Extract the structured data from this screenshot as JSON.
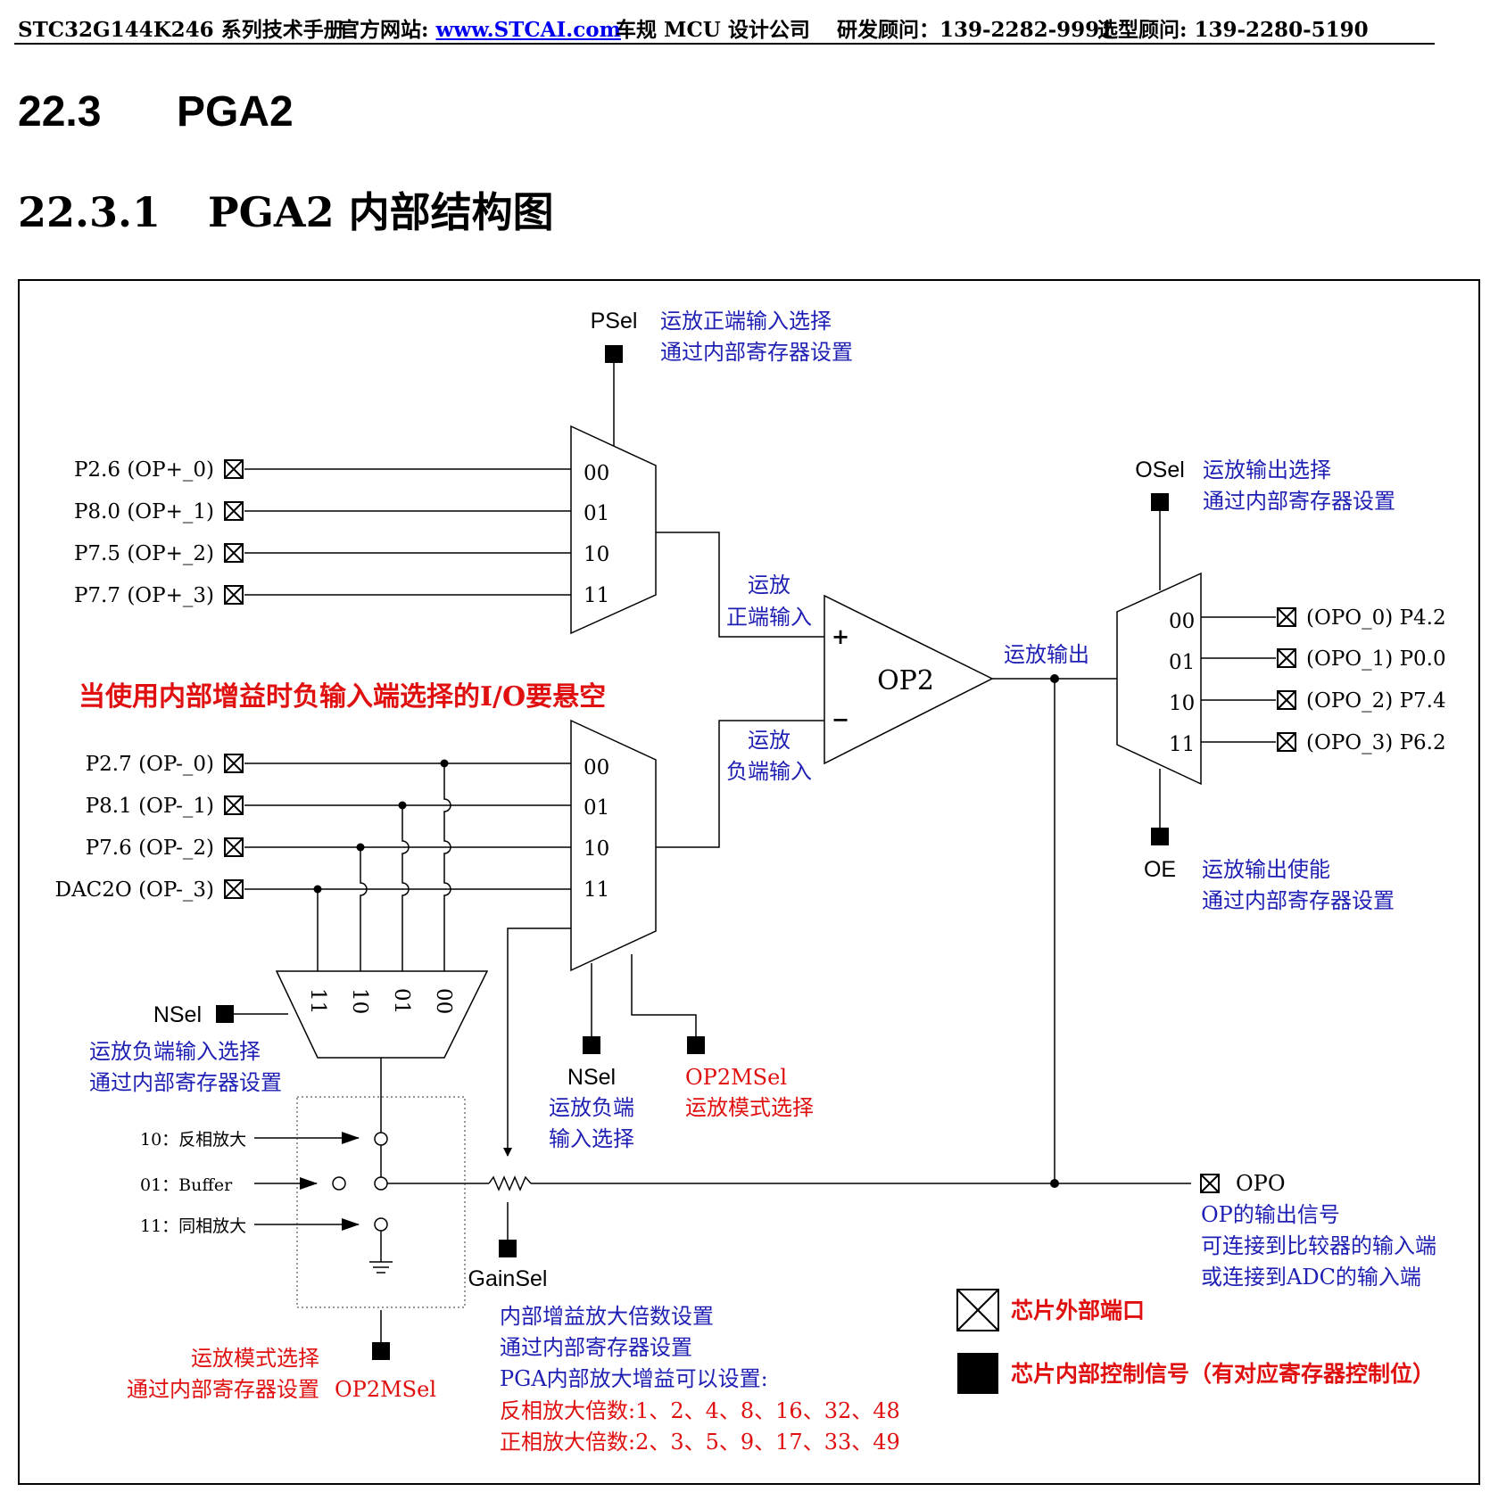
{
  "header": {
    "manual": "STC32G144K246 系列技术手册",
    "site_label": "官方网站:",
    "site_url": "www.STCAI.com",
    "company": "车规 MCU 设计公司",
    "rd_consultant": "研发顾问：139-2282-9991",
    "selection_consultant": "选型顾问: 139-2280-5190"
  },
  "headings": {
    "section_number": "22.3",
    "section_title": "PGA2",
    "subsection_number": "22.3.1",
    "subsection_title": "PGA2 内部结构图"
  },
  "diagram": {
    "colors": {
      "line": "#000000",
      "blue_text": "#1f1fb4",
      "red_text": "#e01010",
      "black_text": "#000000"
    },
    "psel": {
      "label": "PSel",
      "desc1": "运放正端输入选择",
      "desc2": "通过内部寄存器设置"
    },
    "positive_inputs": [
      {
        "pin": "P2.6 (OP+_0)",
        "code": "00"
      },
      {
        "pin": "P8.0 (OP+_1)",
        "code": "01"
      },
      {
        "pin": "P7.5 (OP+_2)",
        "code": "10"
      },
      {
        "pin": "P7.7 (OP+_3)",
        "code": "11"
      }
    ],
    "negative_inputs": [
      {
        "pin": "P2.7 (OP-_0)",
        "code": "00"
      },
      {
        "pin": "P8.1 (OP-_1)",
        "code": "01"
      },
      {
        "pin": "P7.6 (OP-_2)",
        "code": "10"
      },
      {
        "pin": "DAC2O (OP-_3)",
        "code": "11"
      }
    ],
    "warning": "当使用内部增益时负输入端选择的I/O要悬空",
    "pos_input_label": [
      "运放",
      "正端输入"
    ],
    "neg_input_label": [
      "运放",
      "负端输入"
    ],
    "op_amp": {
      "name": "OP2",
      "plus": "+",
      "minus": "−"
    },
    "output_label": "运放输出",
    "osel": {
      "label": "OSel",
      "desc1": "运放输出选择",
      "desc2": "通过内部寄存器设置"
    },
    "outputs": [
      {
        "code": "00",
        "pin": "(OPO_0) P4.2"
      },
      {
        "code": "01",
        "pin": "(OPO_1) P0.0"
      },
      {
        "code": "10",
        "pin": "(OPO_2) P7.4"
      },
      {
        "code": "11",
        "pin": "(OPO_3) P6.2"
      }
    ],
    "oe": {
      "label": "OE",
      "desc1": "运放输出使能",
      "desc2": "通过内部寄存器设置"
    },
    "nsel_small_mux_codes": [
      "11",
      "10",
      "01",
      "00"
    ],
    "nsel_left": {
      "label": "NSel",
      "desc1": "运放负端输入选择",
      "desc2": "通过内部寄存器设置"
    },
    "nsel_mid": {
      "label": "NSel",
      "desc1": "运放负端",
      "desc2": "输入选择"
    },
    "op2msel_mid": {
      "label": "OP2MSel",
      "desc": "运放模式选择"
    },
    "modes": [
      {
        "text": "10：反相放大"
      },
      {
        "text": "01：Buffer"
      },
      {
        "text": "11：同相放大"
      }
    ],
    "mode_bottom": {
      "desc1": "运放模式选择",
      "desc2": "通过内部寄存器设置",
      "label": "OP2MSel"
    },
    "gainsel": {
      "label": "GainSel",
      "desc1": "内部增益放大倍数设置",
      "desc2": "通过内部寄存器设置",
      "desc3": "PGA内部放大增益可以设置:",
      "inverting": "反相放大倍数:1、2、4、8、16、32、48",
      "noninverting": "正相放大倍数:2、3、5、9、17、33、49"
    },
    "opo": {
      "label": "OPO",
      "desc1": "OP的输出信号",
      "desc2": "可连接到比较器的输入端",
      "desc3": "或连接到ADC的输入端"
    },
    "legend": {
      "external": "芯片外部端口",
      "internal": "芯片内部控制信号（有对应寄存器控制位）"
    }
  }
}
